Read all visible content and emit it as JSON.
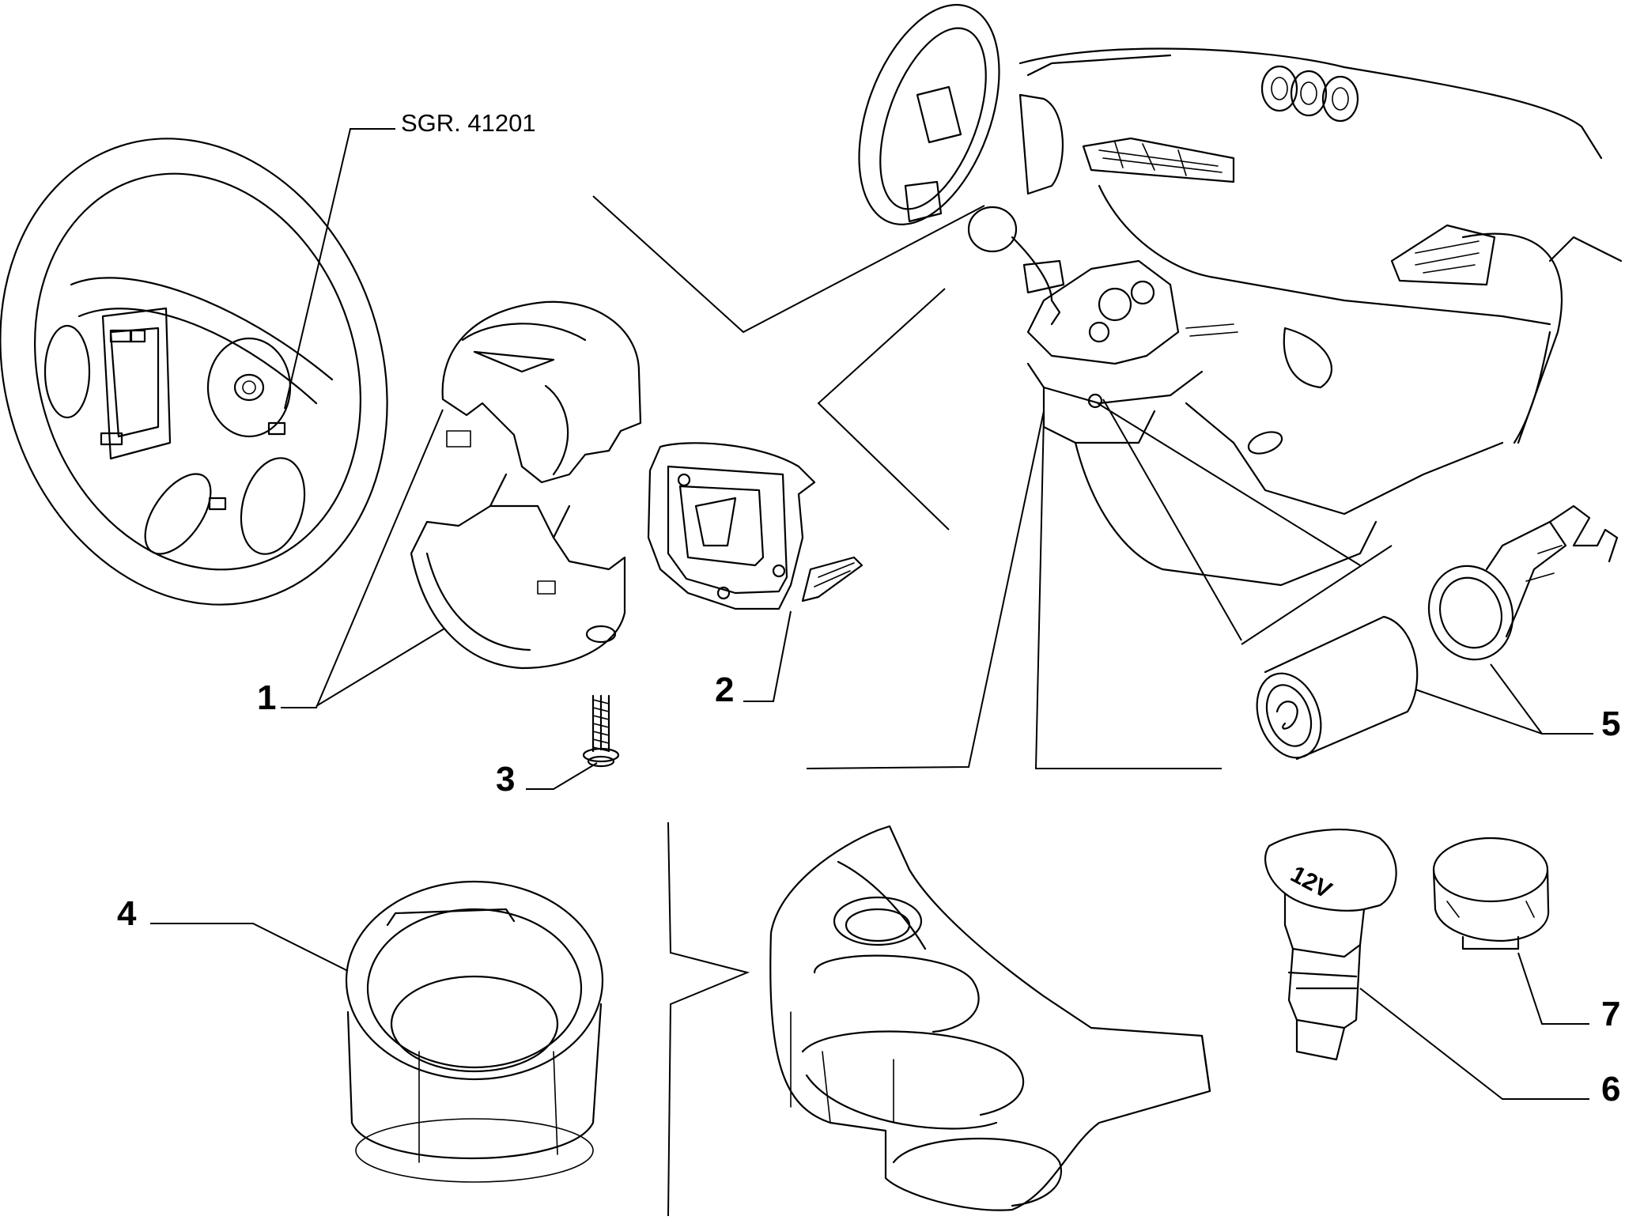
{
  "diagram": {
    "reference_label": "SGR. 41201",
    "callouts": [
      "1",
      "2",
      "3",
      "4",
      "5",
      "6",
      "7"
    ],
    "socket_marking": "12V"
  },
  "colors": {
    "line": "#000000",
    "background": "#ffffff"
  },
  "icons": [
    "steering-wheel-icon",
    "steering-column-cover-icon",
    "steering-column-frame-icon",
    "screw-icon",
    "ashtray-cup-icon",
    "cup-holder-icon",
    "cigar-lighter-icon",
    "power-socket-icon",
    "socket-cap-icon",
    "dashboard-icon"
  ]
}
